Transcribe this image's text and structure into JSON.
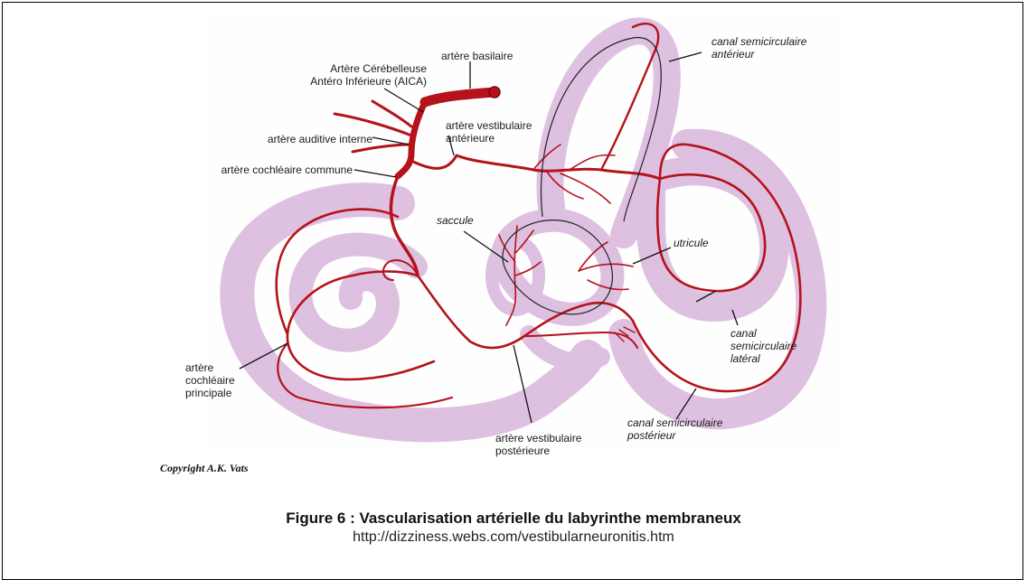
{
  "labels": {
    "arteria_basilar": "artère basilaire",
    "aica_line1": "Artère Cérébelleuse",
    "aica_line2": "Antéro Inférieure (AICA)",
    "auditive_interne": "artère auditive interne",
    "cochleaire_commune": "artère cochléaire commune",
    "vestibulaire_ant_line1": "artère vestibulaire",
    "vestibulaire_ant_line2": "antérieure",
    "canal_anterieur_line1": "canal semicirculaire",
    "canal_anterieur_line2": "antérieur",
    "saccule": "saccule",
    "utricule": "utricule",
    "canal_lateral_line1": "canal",
    "canal_lateral_line2": "semicirculaire",
    "canal_lateral_line3": "latéral",
    "cochleaire_principale_line1": "artère",
    "cochleaire_principale_line2": "cochléaire",
    "cochleaire_principale_line3": "principale",
    "vestibulaire_post_line1": "artère vestibulaire",
    "vestibulaire_post_line2": "postérieure",
    "canal_posterieur_line1": "canal semicirculaire",
    "canal_posterieur_line2": "postérieur"
  },
  "copyright": "Copyright A.K. Vats",
  "caption": "Figure 6 : Vascularisation artérielle du labyrinthe membraneux",
  "source_url": "http://dizziness.webs.com/vestibularneuronitis.htm",
  "colors": {
    "artery": "#b5121b",
    "membrane": "#d9b6dc",
    "membrane_dark": "#c79bcc",
    "outline": "#111111"
  }
}
